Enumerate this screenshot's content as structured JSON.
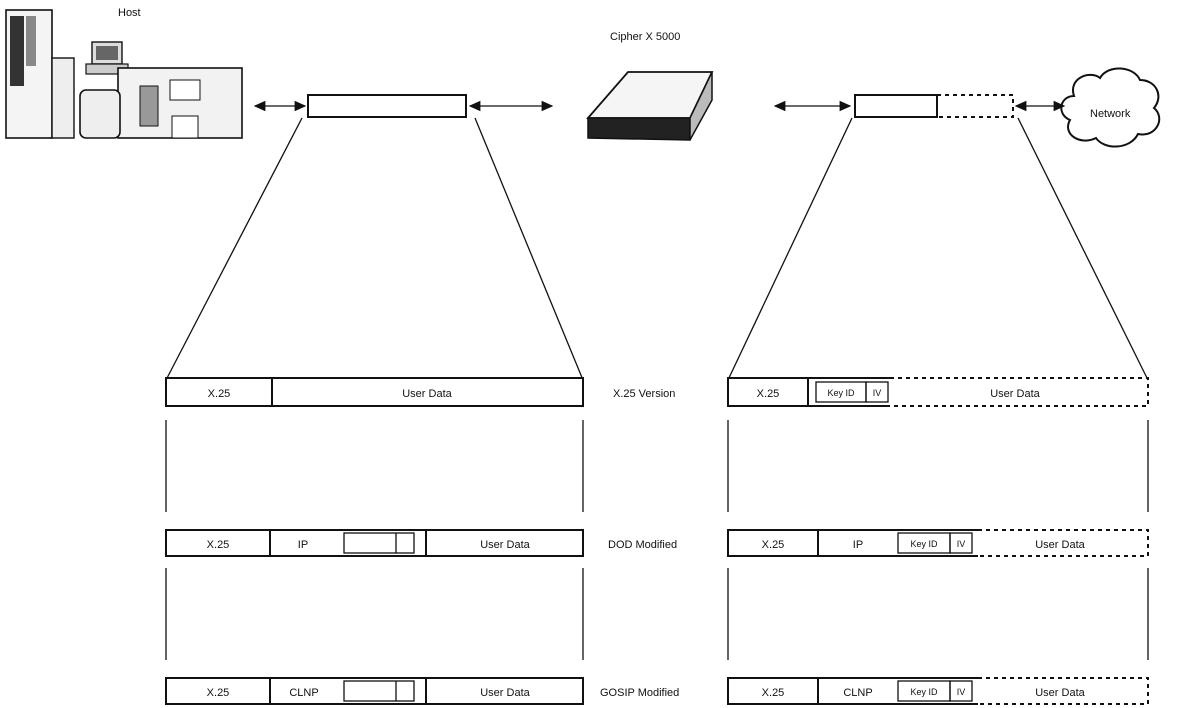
{
  "labels": {
    "host": "Host",
    "cipher": "Cipher X 5000",
    "network": "Network"
  },
  "rows": [
    {
      "name": "X.25 Version",
      "left": [
        "X.25",
        "User Data"
      ],
      "right": [
        "X.25",
        "Key ID",
        "IV",
        "User Data"
      ]
    },
    {
      "name": "DOD Modified",
      "left": [
        "X.25",
        "IP",
        "User Data"
      ],
      "right": [
        "X.25",
        "IP",
        "Key ID",
        "IV",
        "User Data"
      ]
    },
    {
      "name": "GOSIP Modified",
      "left": [
        "X.25",
        "CLNP",
        "User Data"
      ],
      "right": [
        "X.25",
        "CLNP",
        "Key ID",
        "IV",
        "User Data"
      ]
    }
  ]
}
